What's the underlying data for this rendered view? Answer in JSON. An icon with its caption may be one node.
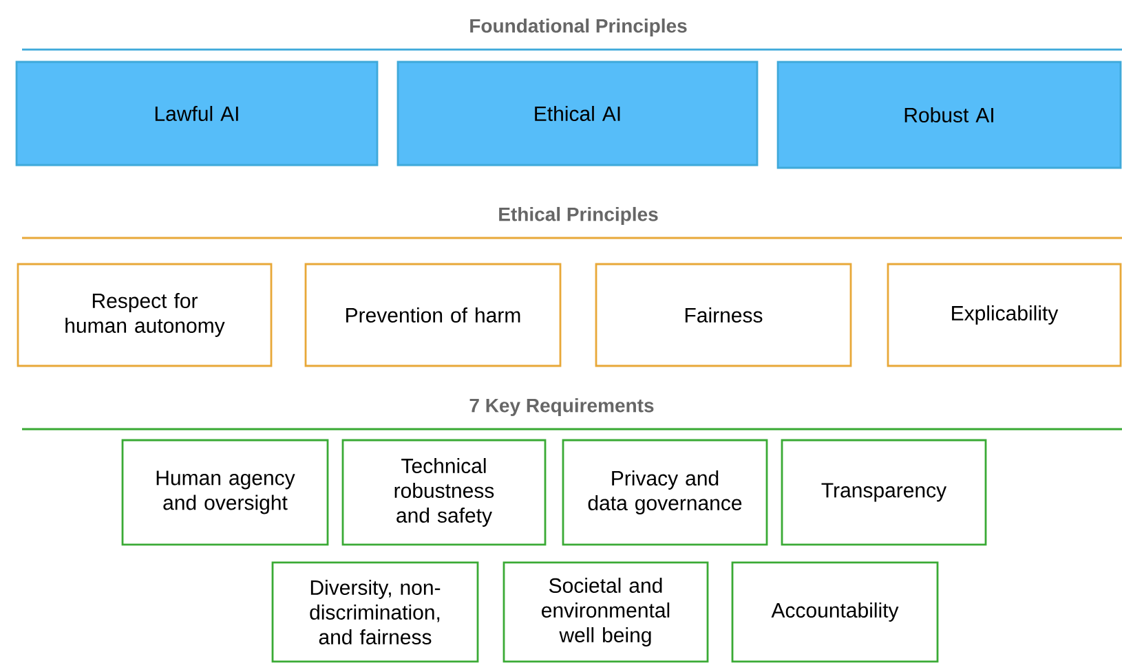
{
  "diagram": {
    "nodes": [
      {
        "text": [
          "Lawful AI"
        ]
      },
      {
        "text": [
          "Ethical AI"
        ]
      },
      {
        "text": [
          "Robust AI"
        ]
      },
      {
        "text": [
          "Respect for human autonomy"
        ]
      },
      {
        "text": [
          "Prevention of harm"
        ]
      },
      {
        "text": [
          "Fairness"
        ]
      },
      {
        "text": [
          "Explicability"
        ]
      },
      {
        "text": [
          "Human agency and oversight"
        ]
      },
      {
        "text": [
          "Technical robustness and safety"
        ]
      },
      {
        "text": [
          "Privacy and data governance"
        ]
      },
      {
        "text": [
          "Transparency"
        ]
      },
      {
        "text": [
          "Diversity, non-discrimination, and fairness"
        ]
      },
      {
        "text": [
          "Societal and environmental well being"
        ]
      },
      {
        "text": [
          "Accountability"
        ]
      }
    ],
    "labels": [
      "Foundational Principles",
      "Ethical Principles",
      "7 Key Requirements"
    ]
  }
}
